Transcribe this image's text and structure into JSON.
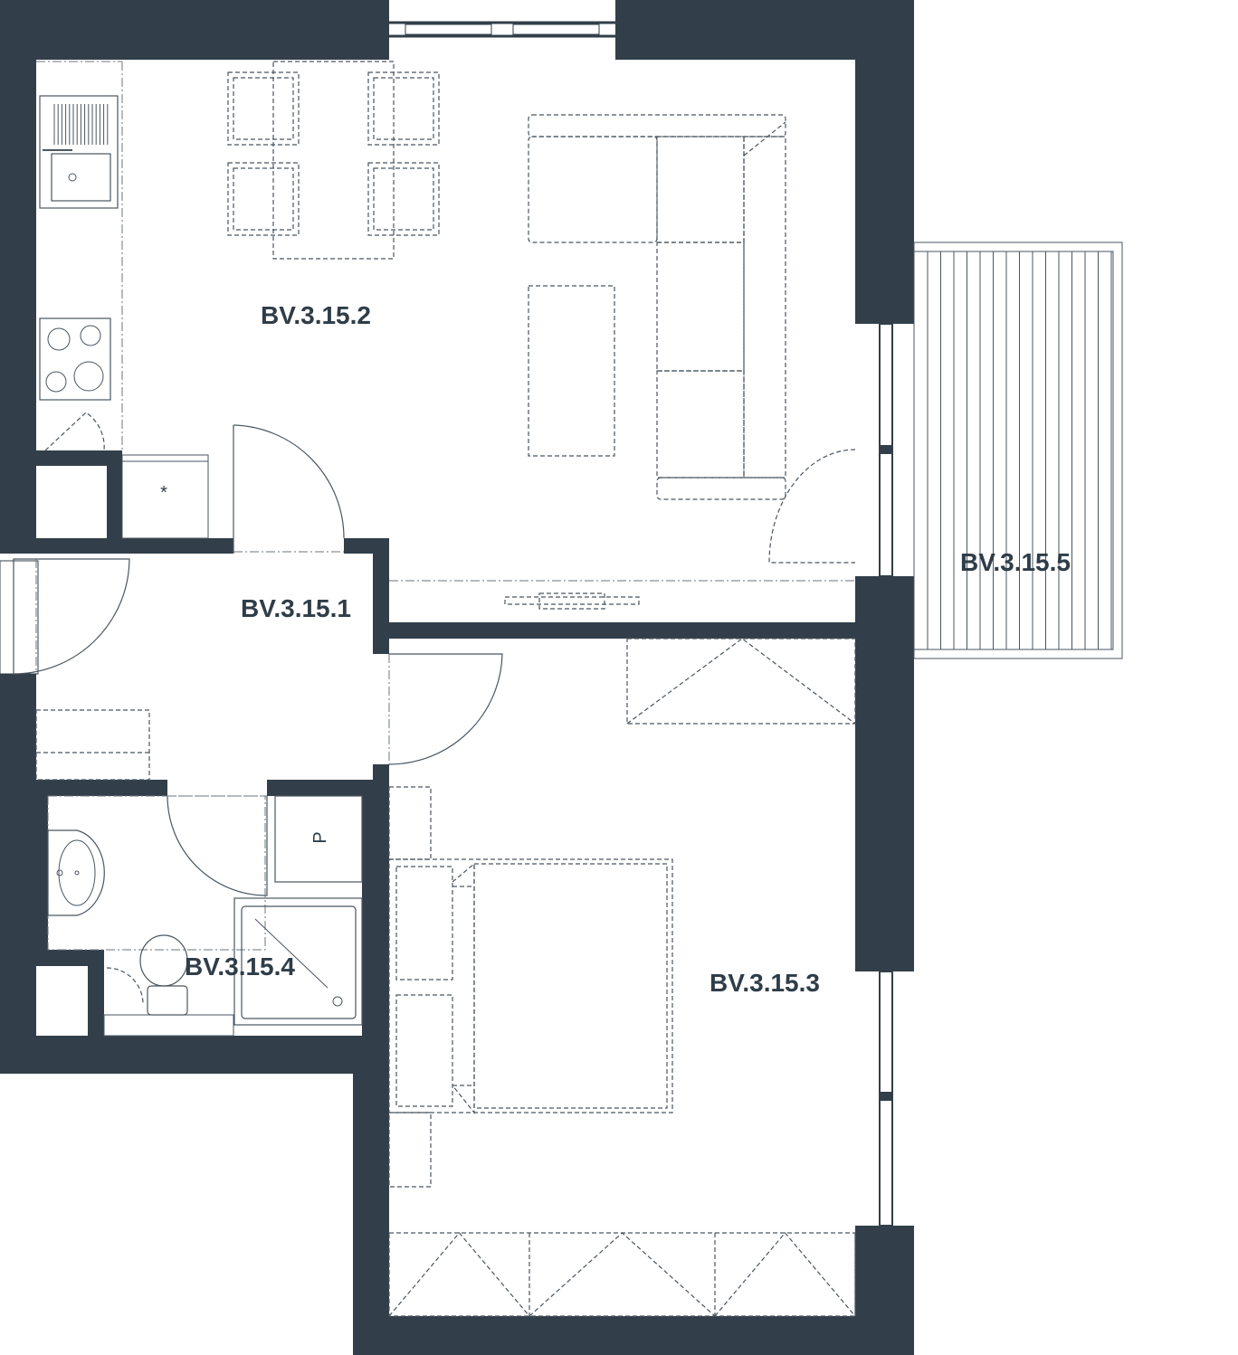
{
  "colors": {
    "wall": "#323f4a",
    "background": "#ffffff",
    "line": "#4a5660"
  },
  "rooms": [
    {
      "id": "living",
      "label": "BV.3.15.2"
    },
    {
      "id": "hall",
      "label": "BV.3.15.1"
    },
    {
      "id": "bedroom",
      "label": "BV.3.15.3"
    },
    {
      "id": "bathroom",
      "label": "BV.3.15.4"
    },
    {
      "id": "balcony",
      "label": "BV.3.15.5"
    }
  ],
  "symbols": {
    "storage_mark": "*",
    "closet_mark": "P"
  }
}
